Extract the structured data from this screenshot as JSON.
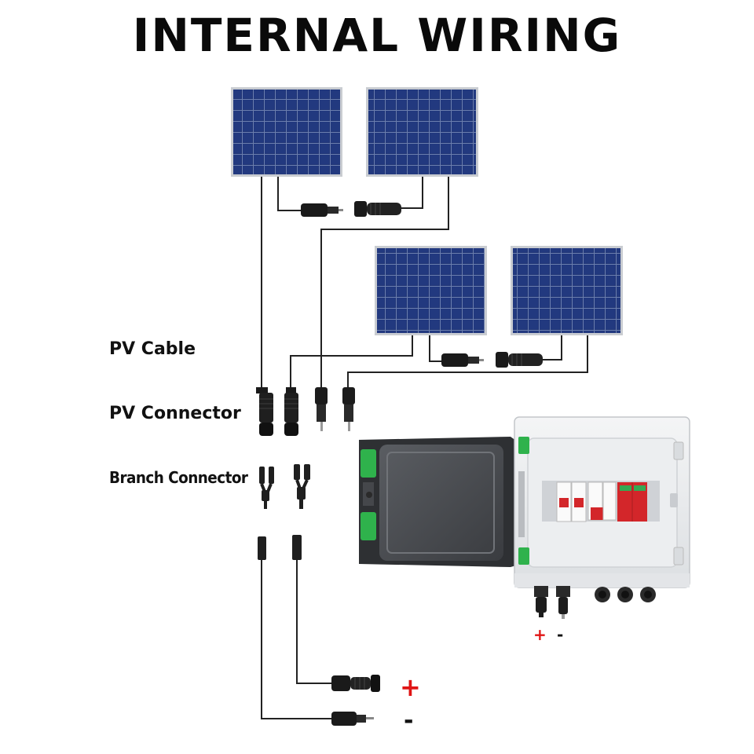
{
  "title": "INTERNAL WIRING",
  "labels": {
    "pv_cable": "PV Cable",
    "pv_connector": "PV Connector",
    "branch_connector": "Branch Connector"
  },
  "polarity": {
    "combiner_positive": "+",
    "combiner_negative": "-",
    "output_positive": "+",
    "output_negative": "-"
  },
  "colors": {
    "panel_cell": "#1c2f6b",
    "panel_frame": "#c9ccd1",
    "wire": "#222222",
    "positive": "#e01515",
    "negative": "#111111",
    "surge_protector": "#d3262a",
    "enclosure_accent": "#2fb24c"
  }
}
